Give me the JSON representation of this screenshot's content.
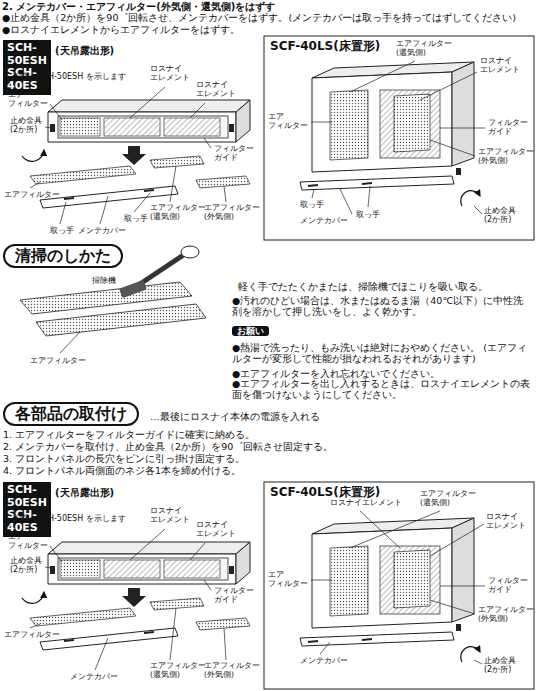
{
  "diagram": {
    "nodes": [
      {
        "text": [
          "SCH-50ESH SCH-40ES",
          "(天吊露出形)"
        ]
      },
      {
        "text": [
          "清掃のしかた"
        ]
      },
      {
        "text": [
          "お願い"
        ]
      },
      {
        "text": [
          "各部品の取付け"
        ]
      },
      {
        "text": [
          "SCH-50ESH SCH-40ES",
          "(天吊露出形)"
        ]
      }
    ],
    "labels": [
      "2. メンテカバー・エアフィルター(外気側・還気側)をはずす",
      "●止め金具（2か所）を90゜回転させ、メンテカバーをはずす。(メンテカバーは取っ手を持ってはずしてください)",
      "●ロスナイエレメントからエアフィルターをはずす。",
      "※図は SCH-50ESH を示します",
      "エア フィルター",
      "止め金具 (2か所)",
      "ロスナイ エレメント",
      "ロスナイ エレメント",
      "フィルター ガイド",
      "エアフィルター",
      "取っ手",
      "メンテカバー",
      "取っ手",
      "エアフィルター (還気側)",
      "エアフィルター (外気側)",
      "SCF-40LS(床置形)",
      "エアフィルター (還気側)",
      "ロスナイ エレメント",
      "エア フィルター",
      "フィルター ガイド",
      "エアフィルター (外気側)",
      "取っ手",
      "メンテカバー",
      "取っ手",
      "止め金具 (2か所)",
      "掃除機",
      "エアフィルター",
      "軽く手でたたくかまたは、掃除機でほこりを吸い取る。",
      "●汚れのひどい場合は、水またはぬるま湯（40℃以下）に中性洗剤を溶かして押し洗いをし、よく乾かす。",
      "●熱湯で洗ったり、もみ洗いは絶対におやめください。 (エアフィルターが変形して性能が損なわれるおそれがあります)",
      "●エアフィルターを入れ忘れないでください。",
      "●エアフィルターを出し入れするときは、ロスナイエレメントの表面を傷つけないようにしてください。",
      "…最後にロスナイ本体の電源を入れる",
      "1. エアフィルターをフィルターガイドに確実に納める。",
      "2. メンテカバーを取付け、止め金具（2か所）を90゜回転させ固定する。",
      "3. フロントパネルの長穴をピンに引っ掛け固定する。",
      "4. フロントパネル両側面のネジ各1本を締め付ける。",
      "※図は SCH-50ESH を示します",
      "エア フィルター",
      "止め金具 (2か所)",
      "ロスナイ エレメント",
      "ロスナイ エレメント",
      "フィルター ガイド",
      "エアフィルター",
      "メンテカバー",
      "エアフィルター (還気側)",
      "エアフィルター (外気側)",
      "SCF-40LS(床置形)",
      "ロスナイエレメント",
      "エアフィルター (還気側)",
      "ロスナイ エレメント",
      "エア フィルター",
      "フィルター ガイド",
      "エアフィルター (外気側)",
      "メンテカバー",
      "止め金具 (2か所)"
    ]
  }
}
